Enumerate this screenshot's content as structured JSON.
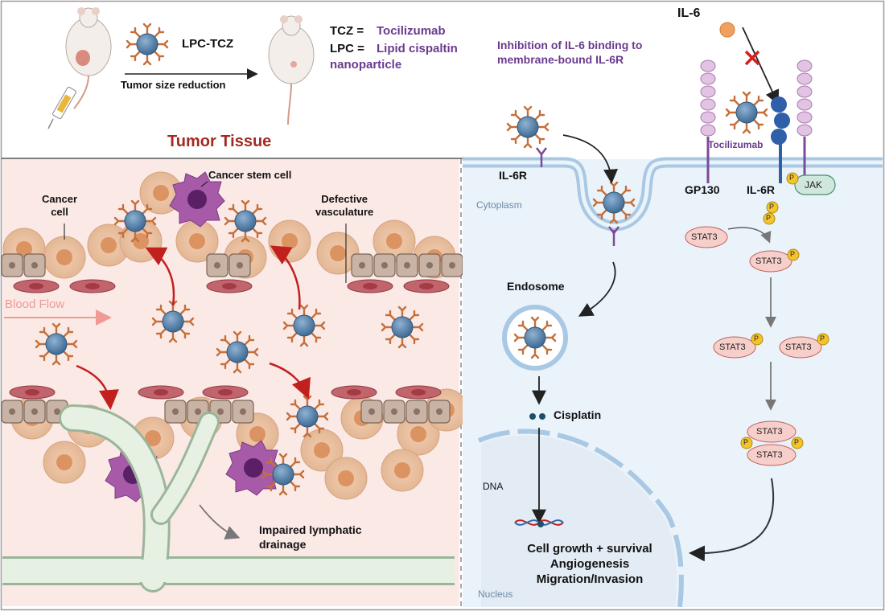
{
  "header": {
    "particle_label": "LPC-TCZ",
    "tumor_size_reduction": "Tumor size reduction",
    "tcz_prefix": "TCZ =",
    "tcz_value": "Tocilizumab",
    "lpc_prefix": "LPC =",
    "lpc_value_1": "Lipid cispaltin",
    "lpc_value_2": "nanoparticle",
    "inhibition_1": "Inhibition of IL-6 binding to",
    "inhibition_2": "membrane-bound IL-6R",
    "il6": "IL-6"
  },
  "tumor": {
    "title": "Tumor Tissue",
    "cancer_stem_cell": "Cancer stem cell",
    "cancer_cell_1": "Cancer",
    "cancer_cell_2": "cell",
    "defective_1": "Defective",
    "defective_2": "vasculature",
    "blood_flow": "Blood Flow",
    "lymph_1": "Impaired lymphatic",
    "lymph_2": "drainage"
  },
  "cell": {
    "il6r_left": "IL-6R",
    "cytoplasm": "Cytoplasm",
    "endosome": "Endosome",
    "cisplatin": "Cisplatin",
    "dna": "DNA",
    "nucleus": "Nucleus",
    "tocilizumab": "Tocilizumab",
    "gp130": "GP130",
    "il6r_right": "IL-6R",
    "jak": "JAK",
    "p": "P",
    "stat3": "STAT3",
    "outcome_1": "Cell growth + survival",
    "outcome_2": "Angiogenesis",
    "outcome_3": "Migration/Invasion"
  },
  "colors": {
    "tumor_bg": "#fbe9e6",
    "cell_bg": "#eaf3fa",
    "title_red": "#a32a22",
    "purple": "#6a3a8e",
    "stat3_fill": "#f6cfcb",
    "phospho": "#f4c42a"
  }
}
